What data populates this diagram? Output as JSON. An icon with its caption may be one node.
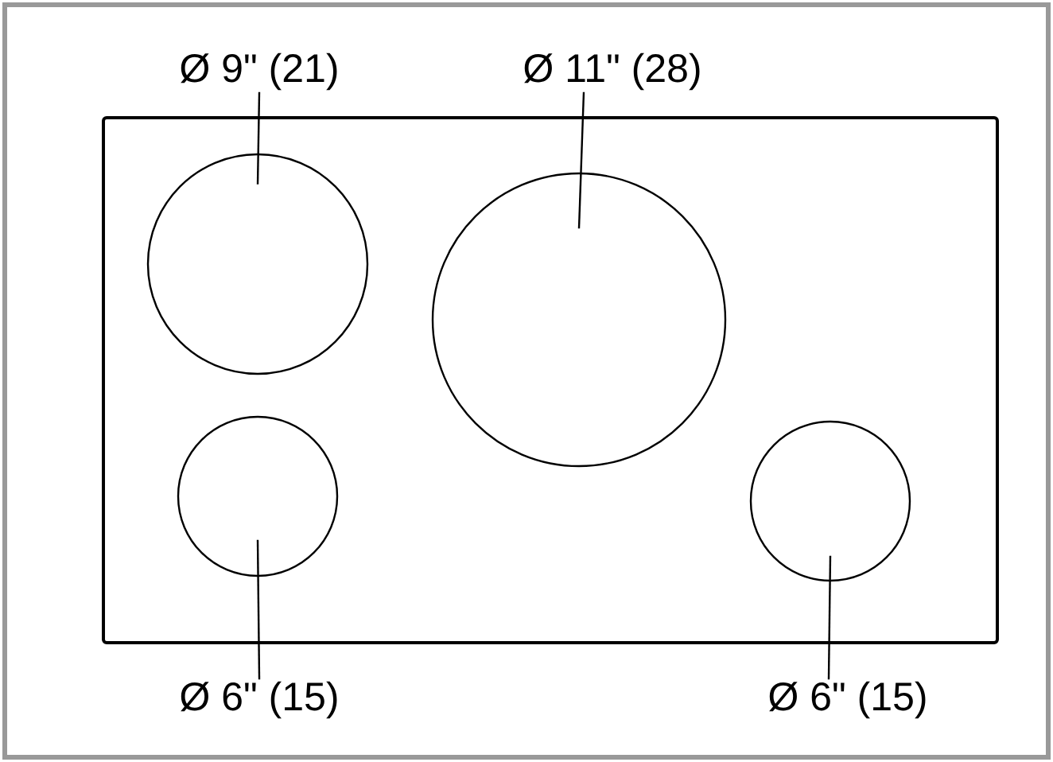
{
  "diagram": {
    "nodes": [
      {
        "text": [
          "Ø 9\" (21)"
        ]
      },
      {
        "text": [
          "Ø 11\" (28)"
        ]
      },
      {
        "text": [],
        "shape": "box"
      },
      {
        "text": [],
        "shape": "circle",
        "in": 2
      },
      {
        "text": [],
        "shape": "circle",
        "in": 2
      },
      {
        "text": [],
        "shape": "circle",
        "in": 2
      },
      {
        "text": [],
        "shape": "circle",
        "in": 2
      },
      {
        "text": [
          "Ø 6\" (15)"
        ]
      },
      {
        "text": [
          "Ø 6\" (15)"
        ]
      }
    ],
    "edges": [
      {
        "from": 0,
        "to": 3,
        "arrow": "none"
      },
      {
        "from": 1,
        "to": 4,
        "arrow": "none"
      },
      {
        "from": 7,
        "to": 5,
        "arrow": "none"
      },
      {
        "from": 8,
        "to": 6,
        "arrow": "none"
      }
    ]
  }
}
